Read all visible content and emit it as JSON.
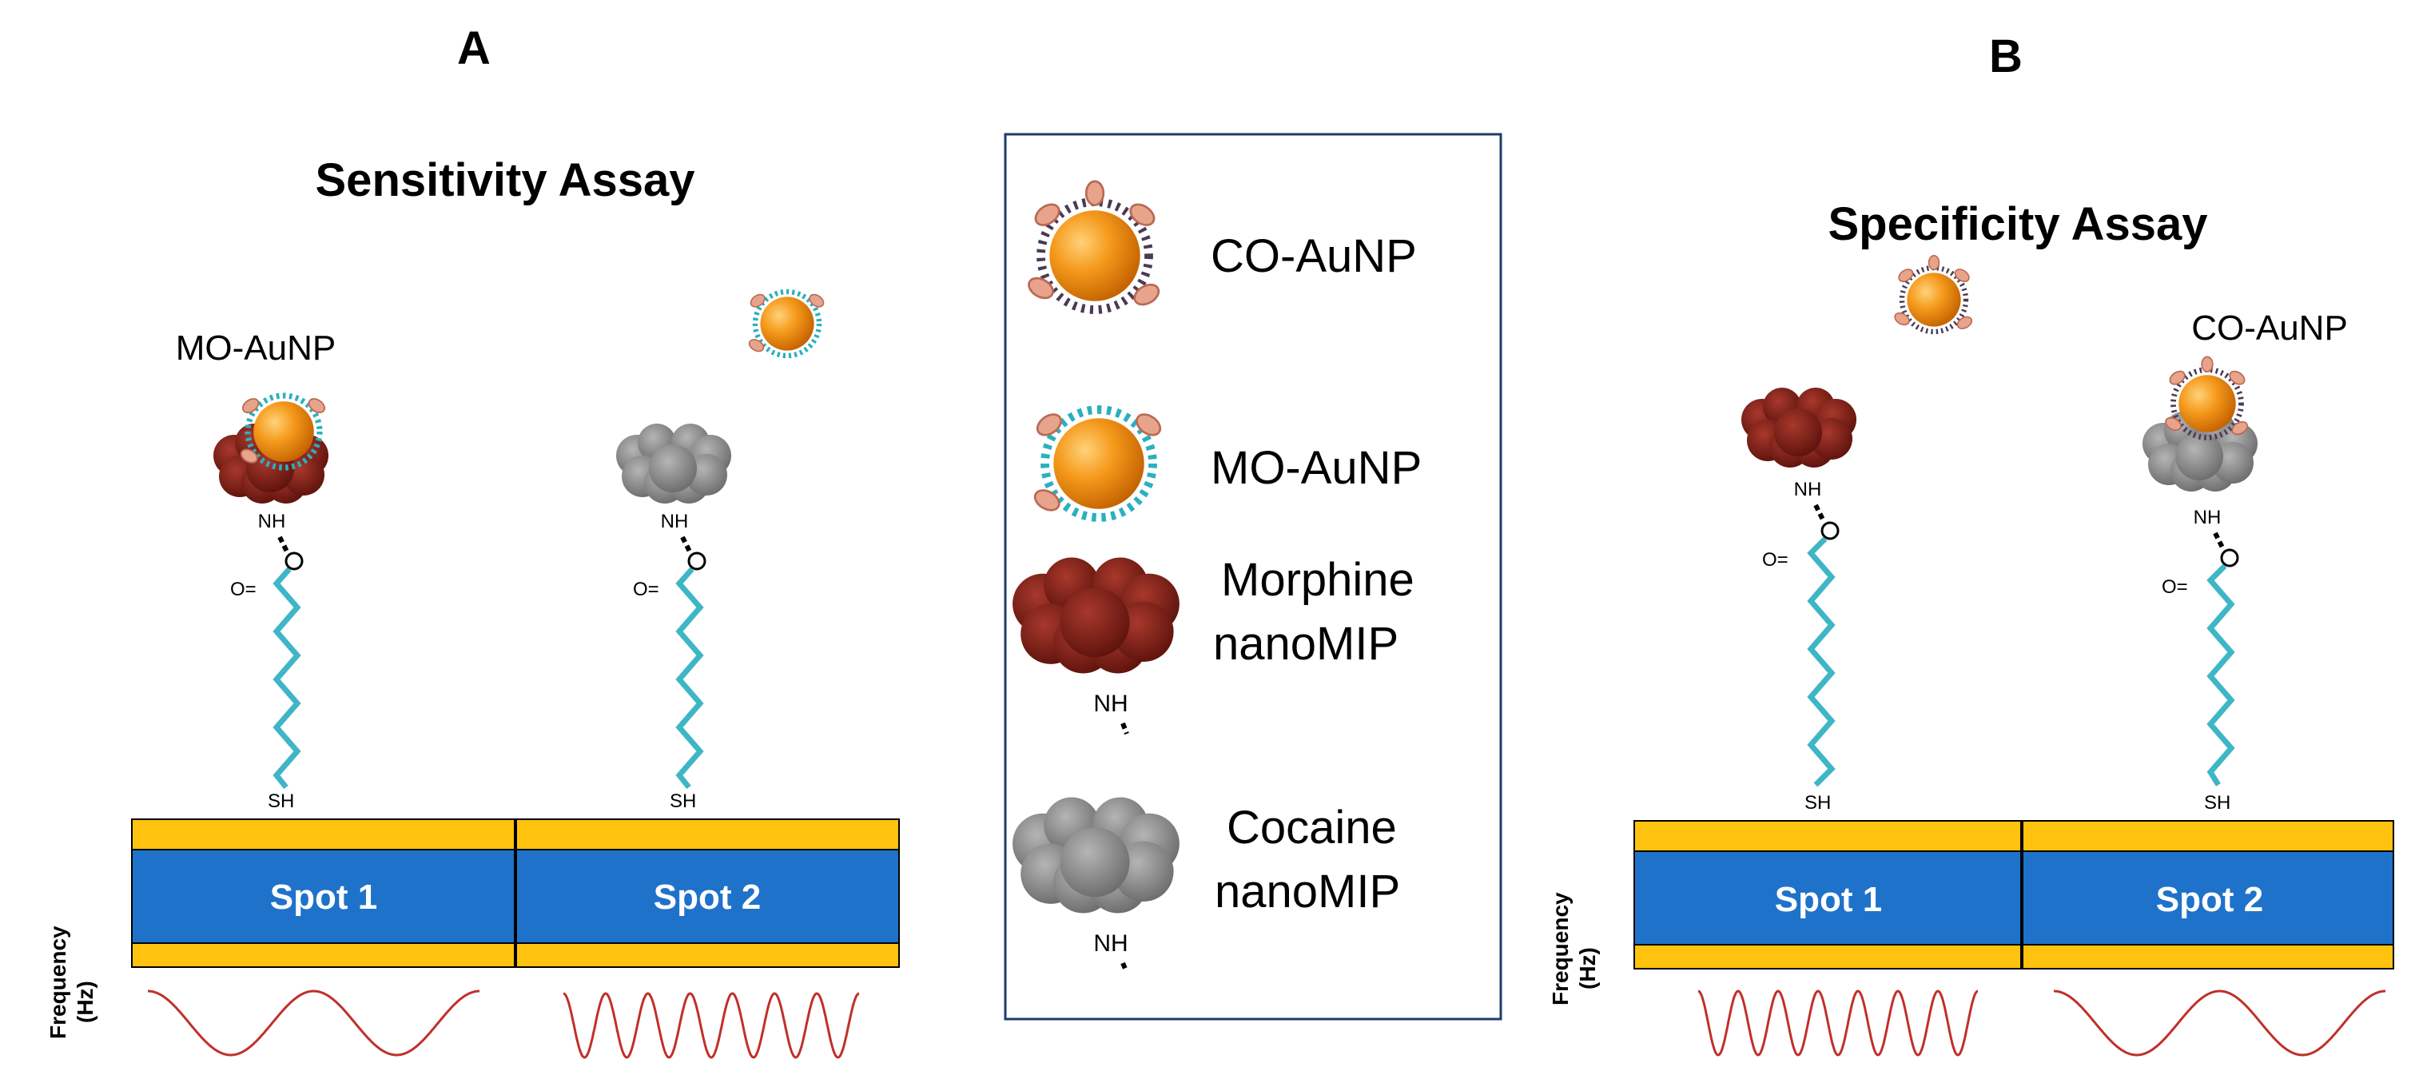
{
  "panels": {
    "a": {
      "letter": "A",
      "title": "Sensitivity Assay",
      "np_label": "MO-AuNP",
      "spot1": "Spot 1",
      "spot2": "Spot 2",
      "ylabel_line1": "Frequency",
      "ylabel_line2": "(Hz)"
    },
    "b": {
      "letter": "B",
      "title": "Specificity Assay",
      "np_label": "CO-AuNP",
      "spot1": "Spot 1",
      "spot2": "Spot 2",
      "ylabel_line1": "Frequency",
      "ylabel_line2": "(Hz)"
    }
  },
  "chem": {
    "nh": "NH",
    "co": "O=",
    "o": "O",
    "sh": "SH"
  },
  "legend": {
    "co_aunp": "CO-AuNP",
    "mo_aunp": "MO-AuNP",
    "morphine_line1": "Morphine",
    "morphine_line2": "nanoMIP",
    "cocaine_line1": "Cocaine",
    "cocaine_line2": "nanoMIP"
  },
  "colors": {
    "gold": "#ffc20e",
    "substrate_blue": "#1f72c9",
    "morphine_mip": "#7a1c14",
    "cocaine_mip": "#8a8a8a",
    "nanoparticle": "#f08a0c",
    "linker": "#3fb6c6",
    "wave": "#c0302a"
  }
}
